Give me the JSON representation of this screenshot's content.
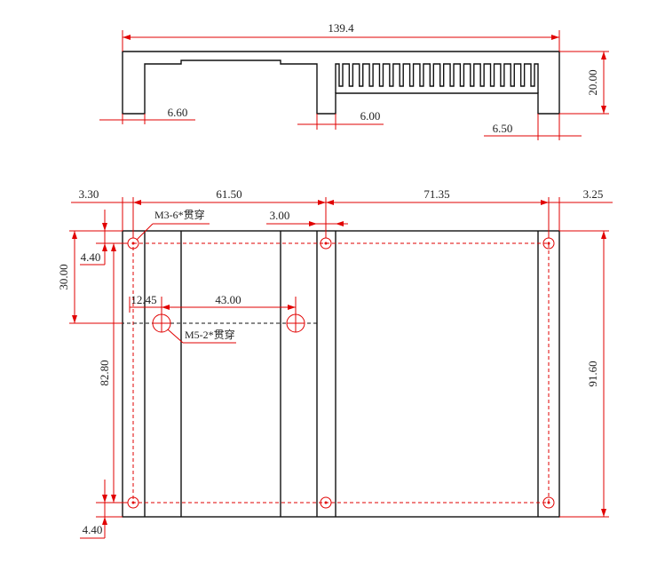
{
  "side_view": {
    "overall_length": "139.4",
    "height": "20.00",
    "left_foot": "6.60",
    "mid_foot": "6.00",
    "right_foot": "6.50"
  },
  "plan_view": {
    "left_margin": "3.30",
    "left_section": "61.50",
    "right_section": "71.35",
    "right_margin": "3.25",
    "groove": "3.00",
    "hole_offset_top": "4.40",
    "hole_offset_bottom": "4.40",
    "center_offset": "30.00",
    "hole_span_vertical": "82.80",
    "overall_height": "91.60",
    "m5_offset": "12.45",
    "m5_spacing": "43.00",
    "note_m3": "M3-6*贯穿",
    "note_m5": "M5-2*贯穿"
  }
}
